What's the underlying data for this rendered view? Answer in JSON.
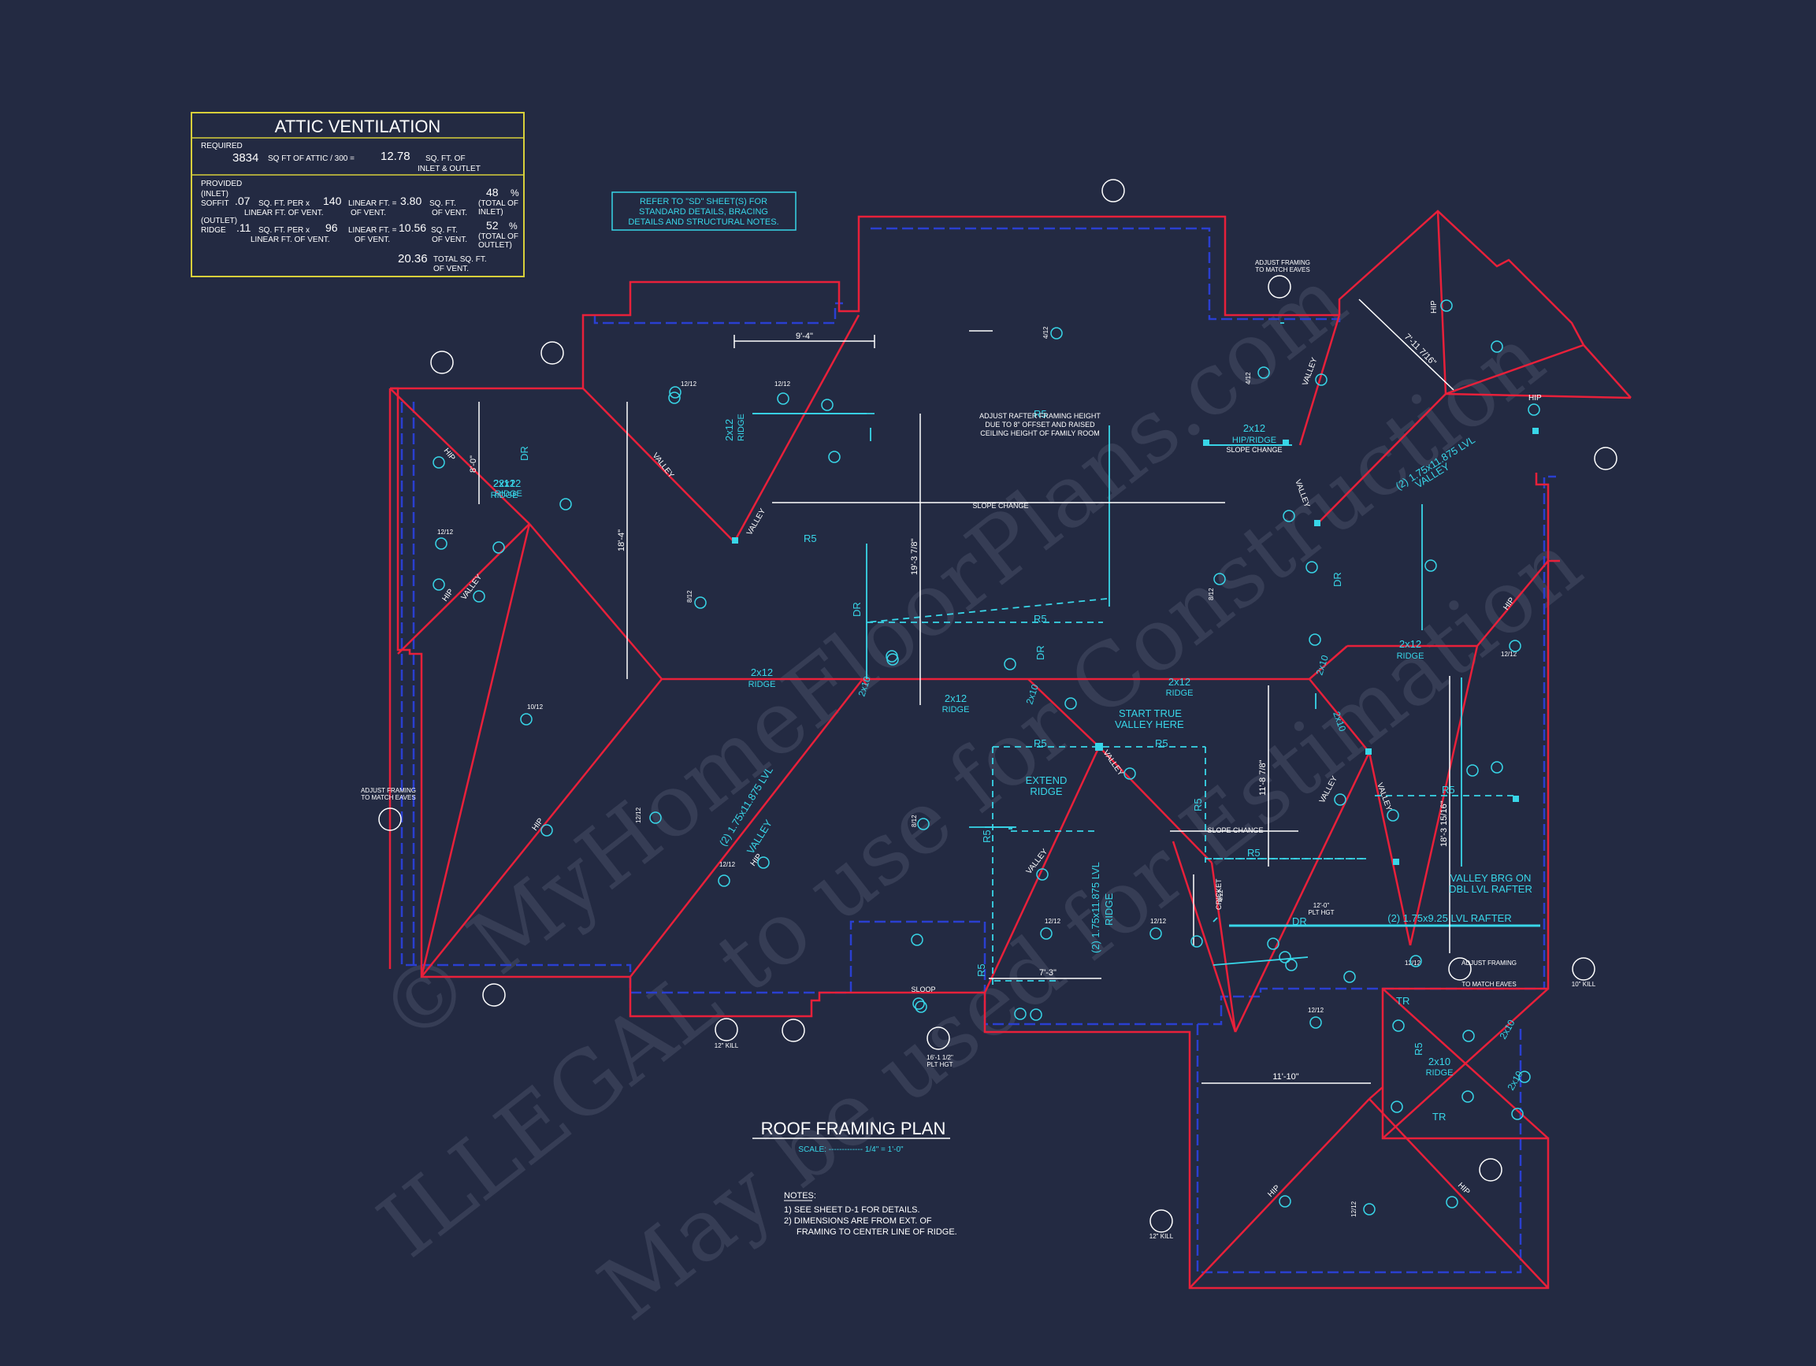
{
  "attic_ventilation": {
    "title": "ATTIC VENTILATION",
    "required_label": "REQUIRED",
    "req_sqft": "3834",
    "req_of_attic": "SQ FT OF ATTIC / 300 =",
    "req_result": "12.78",
    "req_unit": "SQ. FT. OF",
    "req_unit2": "INLET & OUTLET",
    "provided_label": "PROVIDED",
    "inlet_label": "(INLET)",
    "soffit_label": "SOFFIT",
    "soffit_rate": ".07",
    "soffit_per": "SQ. FT. PER x",
    "soffit_len": "140",
    "soffit_lin": "LINEAR FT. =",
    "soffit_result": "3.80",
    "soffit_unit": "SQ. FT.",
    "soffit_pct": "48",
    "soffit_pct_sym": "%",
    "soffit_line2a": "LINEAR FT. OF VENT.",
    "soffit_line2b": "OF VENT.",
    "soffit_line2c": "OF VENT.",
    "soffit_total": "(TOTAL OF",
    "soffit_total2": "INLET)",
    "outlet_label": "(OUTLET)",
    "ridge_label": "RIDGE",
    "ridge_rate": ".11",
    "ridge_per": "SQ. FT. PER x",
    "ridge_len": "96",
    "ridge_lin": "LINEAR FT. =",
    "ridge_result": "10.56",
    "ridge_unit": "SQ. FT.",
    "ridge_pct": "52",
    "ridge_pct_sym": "%",
    "ridge_line2a": "LINEAR FT. OF VENT.",
    "ridge_line2b": "OF VENT.",
    "ridge_line2c": "OF VENT.",
    "ridge_total": "(TOTAL OF",
    "ridge_total2": "OUTLET)",
    "total_val": "20.36",
    "total_label": "TOTAL SQ. FT.",
    "total_label2": "OF VENT."
  },
  "refer_note": {
    "line1": "REFER TO \"SD\" SHEET(S) FOR",
    "line2": "STANDARD DETAILS, BRACING",
    "line3": "DETAILS AND STRUCTURAL NOTES."
  },
  "title_block": {
    "title": "ROOF FRAMING PLAN",
    "scale_label": "SCALE: ------------- 1/4\" = 1'-0\"",
    "notes_title": "NOTES:",
    "note1": "1)  SEE SHEET D-1 FOR DETAILS.",
    "note2": "2)  DIMENSIONS ARE FROM EXT. OF",
    "note2b": "FRAMING TO CENTER LINE OF RIDGE."
  },
  "labels": {
    "ridge_2x12": "2x12",
    "ridge_word": "RIDGE",
    "hip": "HIP",
    "valley": "VALLEY",
    "r5": "R5",
    "dr": "DR",
    "tr": "TR",
    "slope_change": "SLOPE CHANGE",
    "hip_ridge_2x12": "2x12",
    "hip_ridge": "HIP/RIDGE",
    "start_true": "START TRUE",
    "valley_here": "VALLEY HERE",
    "extend": "EXTEND",
    "extend_ridge": "RIDGE",
    "valley_brg": "VALLEY BRG ON",
    "dbl_lvl": "DBL LVL RAFTER",
    "lvl_rafter": "(2) 1.75x9.25 LVL RAFTER",
    "lvl_valley_a": "(2) 1.75x11.875 LVL",
    "lvl_valley_b": "VALLEY",
    "lvl_ridge_a": "(2) 1.75x11.875 LVL",
    "lvl_ridge_b": "RIDGE",
    "lvl_valley2_a": "(2) 1.75x11.875 LVL",
    "lvl_valley2_b": "VALLEY",
    "adjust_rafter": "ADJUST RAFTER FRAMING HEIGHT",
    "adjust_rafter2": "DUE TO 8\" OFFSET AND RAISED",
    "adjust_rafter3": "CEILING HEIGHT OF FAMILY ROOM",
    "adjust_framing": "ADJUST FRAMING",
    "to_match_eaves": "TO MATCH EAVES",
    "cricket": "CRICKET",
    "sloop": "SLOOP",
    "plt_hgt1": "16'-1 1/2\"",
    "plt_hgt_label": "PLT HGT",
    "plt_hgt2": "12'-0\"",
    "kill1": "12\" KILL",
    "kill2": "10\" KILL",
    "kill3": "12\" KILL",
    "dim_9_4": "9'-4\"",
    "dim_8_0": "8'-0\"",
    "dim_18_4": "18'-4\"",
    "dim_19_3": "19'-3 7/8\"",
    "dim_7_11": "7'-11 7/16\"",
    "dim_11_8": "11'-8 7/8\"",
    "dim_18_3": "18'-3 15/16\"",
    "dim_7_3": "7'-3\"",
    "dim_11_10": "11'-10\"",
    "ridge_2x10": "2x10",
    "pitch_12_12": "12/12",
    "pitch_10_12": "10/12",
    "pitch_4_12": "4/12",
    "pitch_8_12": "8/12"
  },
  "watermark": {
    "line1": "© MyHomeFloorPlans.com",
    "line2": "ILLEGAL to use for Construction",
    "line3": "May be used for Estimation"
  },
  "colors": {
    "background": "#232a42",
    "wall_red": "#e8203a",
    "eave_blue": "#2a3fd0",
    "cyan": "#38d6e8",
    "box_yellow": "#d8d03a"
  }
}
